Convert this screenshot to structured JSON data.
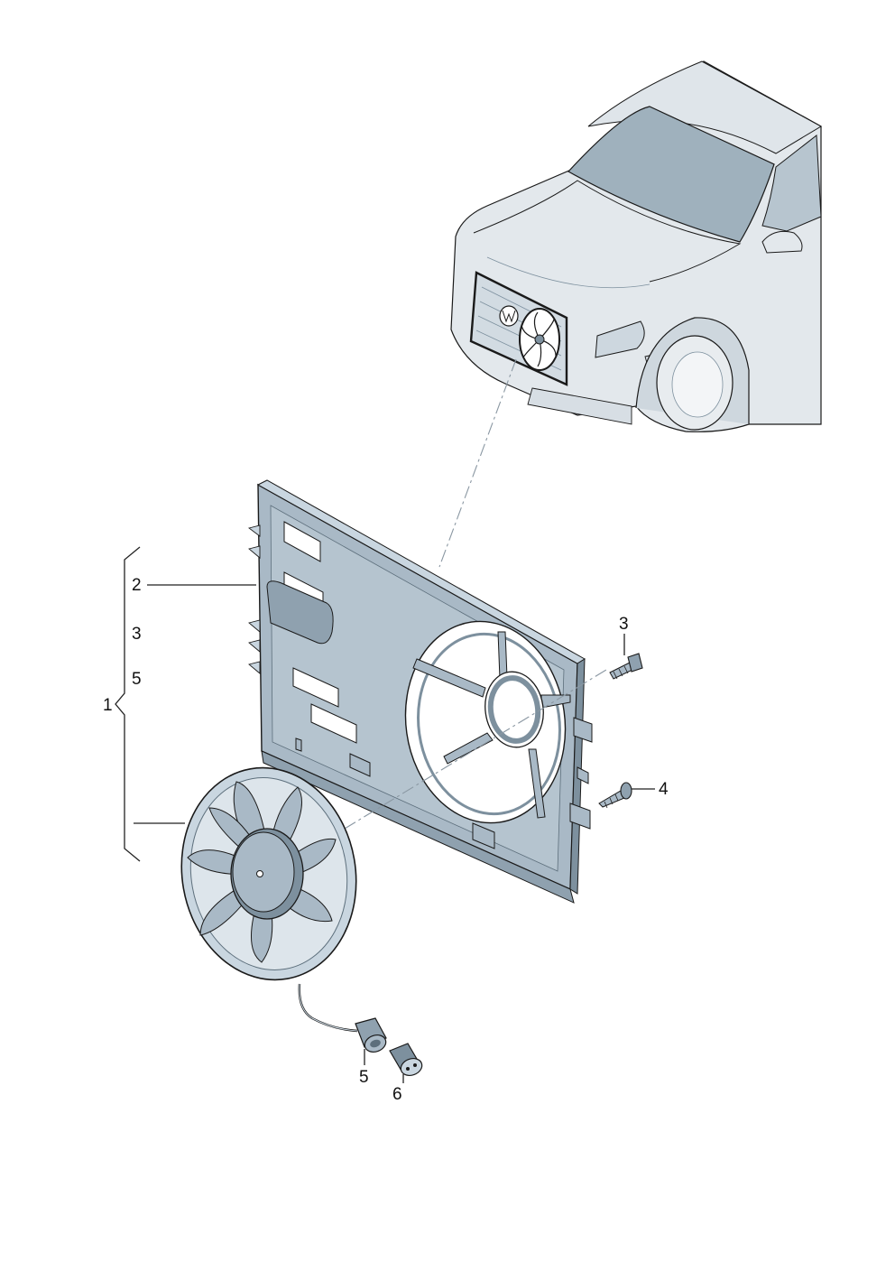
{
  "callouts": [
    {
      "id": "c1",
      "label": "1"
    },
    {
      "id": "c2",
      "label": "2"
    },
    {
      "id": "c3-list",
      "label": "3"
    },
    {
      "id": "c5-list",
      "label": "5"
    },
    {
      "id": "c3",
      "label": "3"
    },
    {
      "id": "c4",
      "label": "4"
    },
    {
      "id": "c5",
      "label": "5"
    },
    {
      "id": "c6",
      "label": "6"
    }
  ],
  "colors": {
    "part_fill": "#a9b9c6",
    "part_dark": "#7d909e",
    "part_light": "#c9d6e0",
    "car_fill": "#e3e8ec",
    "car_glass": "#9fb1bd",
    "outline": "#1a1a1a",
    "leader": "#222222",
    "dashed": "#8a97a2"
  }
}
